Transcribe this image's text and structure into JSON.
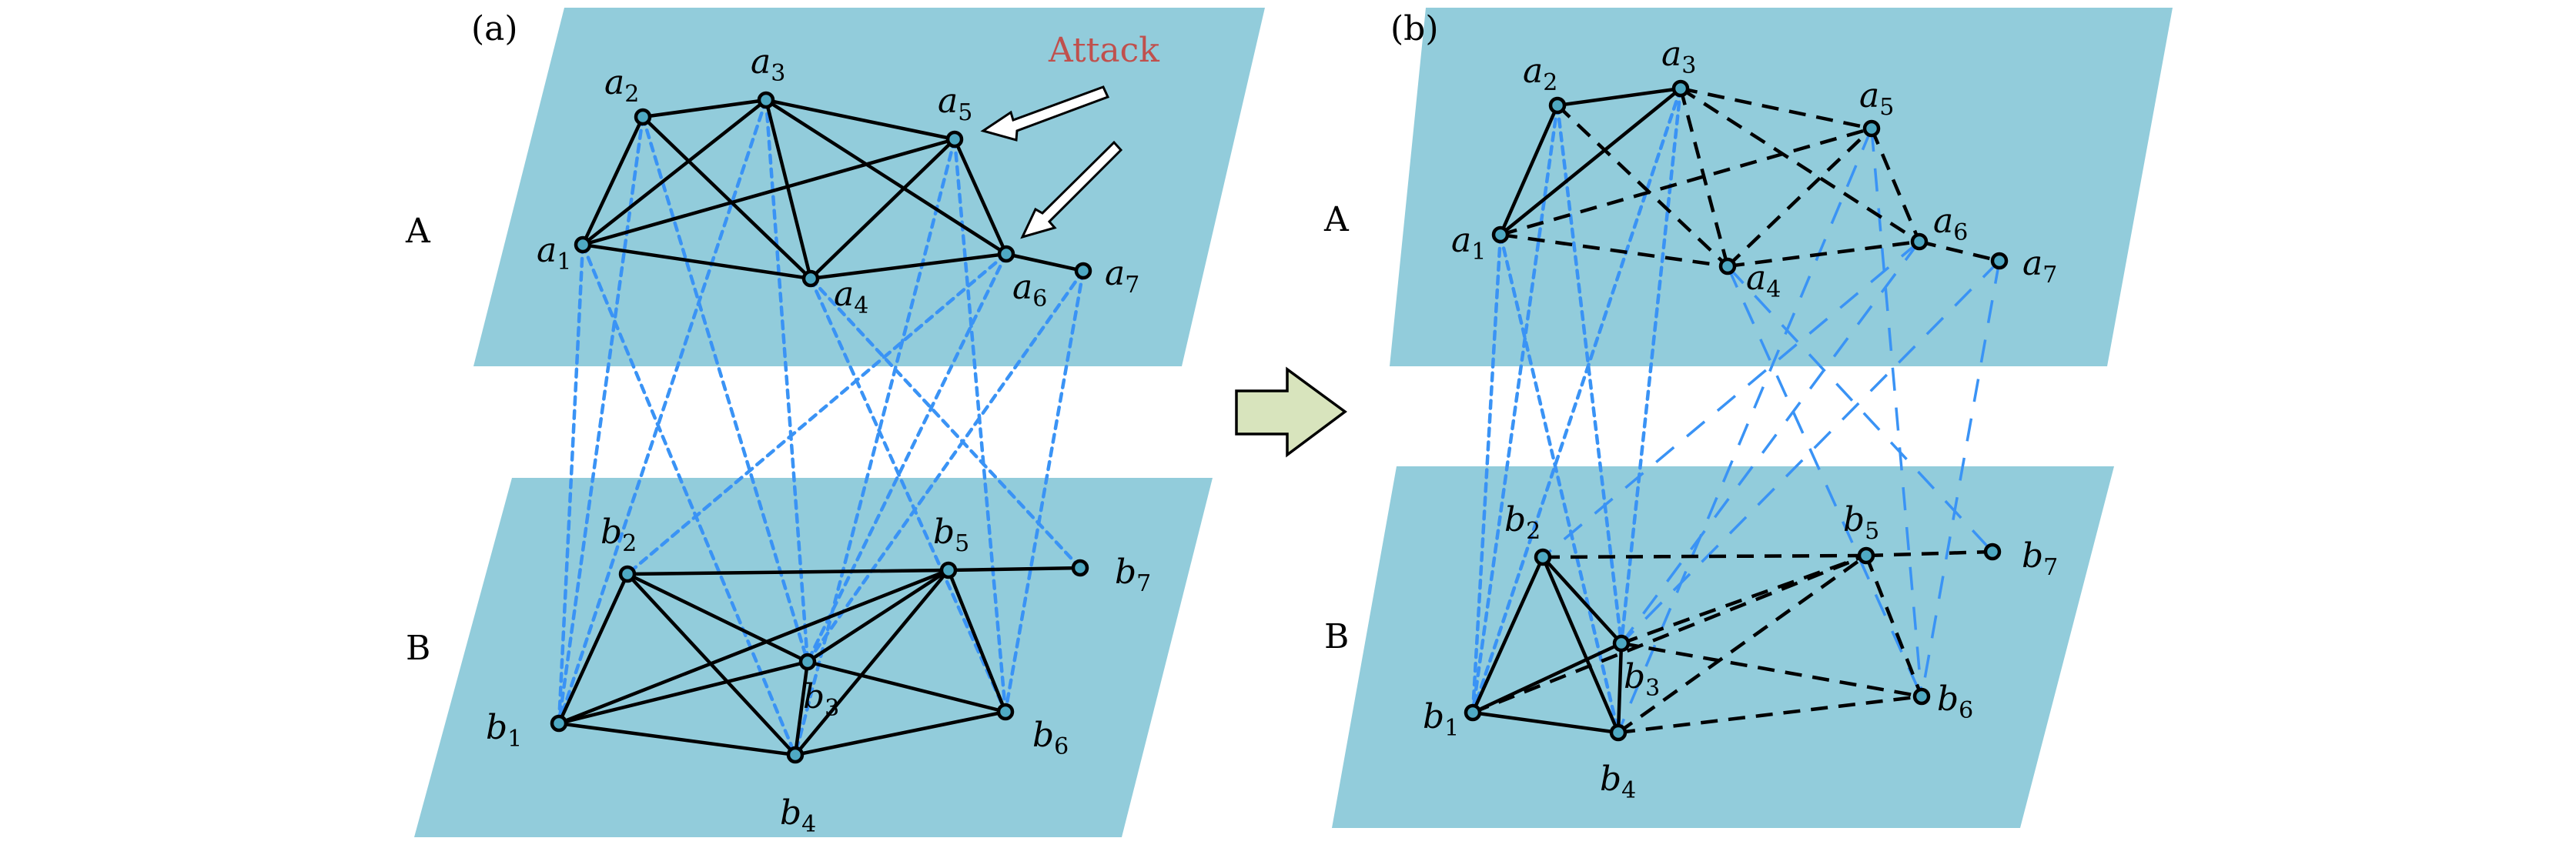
{
  "figure": {
    "description": "Attack on a two-layer interdependent network and resulting cascading failure",
    "transition_arrow_color": "#d8e4bd",
    "plane_color": "#92ccdb",
    "node_color": "#4fa9c3",
    "intra_link_color": "#000000",
    "inter_link_color": "#3a93f5",
    "attack_color": "#c0504d"
  },
  "panels": [
    {
      "id": "a",
      "label": "(a)",
      "layer_labels": {
        "top": "A",
        "bottom": "B"
      },
      "annotation": "Attack",
      "attacked_nodes": [
        "a5",
        "a6"
      ],
      "nodes_top": [
        {
          "id": "a1",
          "base": "a",
          "sub": "1"
        },
        {
          "id": "a2",
          "base": "a",
          "sub": "2"
        },
        {
          "id": "a3",
          "base": "a",
          "sub": "3"
        },
        {
          "id": "a4",
          "base": "a",
          "sub": "4"
        },
        {
          "id": "a5",
          "base": "a",
          "sub": "5"
        },
        {
          "id": "a6",
          "base": "a",
          "sub": "6"
        },
        {
          "id": "a7",
          "base": "a",
          "sub": "7"
        }
      ],
      "nodes_bottom": [
        {
          "id": "b1",
          "base": "b",
          "sub": "1"
        },
        {
          "id": "b2",
          "base": "b",
          "sub": "2"
        },
        {
          "id": "b3",
          "base": "b",
          "sub": "3"
        },
        {
          "id": "b4",
          "base": "b",
          "sub": "4"
        },
        {
          "id": "b5",
          "base": "b",
          "sub": "5"
        },
        {
          "id": "b6",
          "base": "b",
          "sub": "6"
        },
        {
          "id": "b7",
          "base": "b",
          "sub": "7"
        }
      ],
      "edges_top": [
        {
          "from": "a1",
          "to": "a2",
          "style": "solid"
        },
        {
          "from": "a1",
          "to": "a3",
          "style": "solid"
        },
        {
          "from": "a1",
          "to": "a5",
          "style": "solid"
        },
        {
          "from": "a1",
          "to": "a4",
          "style": "solid"
        },
        {
          "from": "a2",
          "to": "a3",
          "style": "solid"
        },
        {
          "from": "a2",
          "to": "a4",
          "style": "solid"
        },
        {
          "from": "a3",
          "to": "a4",
          "style": "solid"
        },
        {
          "from": "a3",
          "to": "a5",
          "style": "solid"
        },
        {
          "from": "a3",
          "to": "a6",
          "style": "solid"
        },
        {
          "from": "a4",
          "to": "a5",
          "style": "solid"
        },
        {
          "from": "a4",
          "to": "a6",
          "style": "solid"
        },
        {
          "from": "a5",
          "to": "a6",
          "style": "solid"
        },
        {
          "from": "a6",
          "to": "a7",
          "style": "solid"
        }
      ],
      "edges_bottom": [
        {
          "from": "b1",
          "to": "b2",
          "style": "solid"
        },
        {
          "from": "b1",
          "to": "b3",
          "style": "solid"
        },
        {
          "from": "b1",
          "to": "b5",
          "style": "solid"
        },
        {
          "from": "b1",
          "to": "b4",
          "style": "solid"
        },
        {
          "from": "b2",
          "to": "b3",
          "style": "solid"
        },
        {
          "from": "b2",
          "to": "b4",
          "style": "solid"
        },
        {
          "from": "b2",
          "to": "b5",
          "style": "solid"
        },
        {
          "from": "b3",
          "to": "b4",
          "style": "solid"
        },
        {
          "from": "b3",
          "to": "b5",
          "style": "solid"
        },
        {
          "from": "b3",
          "to": "b6",
          "style": "solid"
        },
        {
          "from": "b4",
          "to": "b5",
          "style": "solid"
        },
        {
          "from": "b4",
          "to": "b6",
          "style": "solid"
        },
        {
          "from": "b5",
          "to": "b6",
          "style": "solid"
        },
        {
          "from": "b5",
          "to": "b7",
          "style": "solid"
        }
      ],
      "interlinks": [
        {
          "from": "a1",
          "to": "b1",
          "style": "dotted"
        },
        {
          "from": "a1",
          "to": "b4",
          "style": "dotted"
        },
        {
          "from": "a2",
          "to": "b1",
          "style": "dotted"
        },
        {
          "from": "a2",
          "to": "b3",
          "style": "dotted"
        },
        {
          "from": "a3",
          "to": "b1",
          "style": "dotted"
        },
        {
          "from": "a3",
          "to": "b3",
          "style": "dotted"
        },
        {
          "from": "a4",
          "to": "b6",
          "style": "dotted"
        },
        {
          "from": "a4",
          "to": "b7",
          "style": "dotted"
        },
        {
          "from": "a5",
          "to": "b4",
          "style": "dotted"
        },
        {
          "from": "a5",
          "to": "b6",
          "style": "dotted"
        },
        {
          "from": "a6",
          "to": "b2",
          "style": "dotted"
        },
        {
          "from": "a6",
          "to": "b3",
          "style": "dotted"
        },
        {
          "from": "a7",
          "to": "b3",
          "style": "dotted"
        },
        {
          "from": "a7",
          "to": "b6",
          "style": "dotted"
        }
      ]
    },
    {
      "id": "b",
      "label": "(b)",
      "layer_labels": {
        "top": "A",
        "bottom": "B"
      },
      "nodes_top": [
        {
          "id": "a1",
          "base": "a",
          "sub": "1"
        },
        {
          "id": "a2",
          "base": "a",
          "sub": "2"
        },
        {
          "id": "a3",
          "base": "a",
          "sub": "3"
        },
        {
          "id": "a4",
          "base": "a",
          "sub": "4"
        },
        {
          "id": "a5",
          "base": "a",
          "sub": "5"
        },
        {
          "id": "a6",
          "base": "a",
          "sub": "6"
        },
        {
          "id": "a7",
          "base": "a",
          "sub": "7"
        }
      ],
      "nodes_bottom": [
        {
          "id": "b1",
          "base": "b",
          "sub": "1"
        },
        {
          "id": "b2",
          "base": "b",
          "sub": "2"
        },
        {
          "id": "b3",
          "base": "b",
          "sub": "3"
        },
        {
          "id": "b4",
          "base": "b",
          "sub": "4"
        },
        {
          "id": "b5",
          "base": "b",
          "sub": "5"
        },
        {
          "id": "b6",
          "base": "b",
          "sub": "6"
        },
        {
          "id": "b7",
          "base": "b",
          "sub": "7"
        }
      ],
      "edges_top": [
        {
          "from": "a1",
          "to": "a2",
          "style": "solid"
        },
        {
          "from": "a1",
          "to": "a3",
          "style": "solid"
        },
        {
          "from": "a2",
          "to": "a3",
          "style": "solid"
        },
        {
          "from": "a1",
          "to": "a5",
          "style": "dashed"
        },
        {
          "from": "a1",
          "to": "a4",
          "style": "dashed"
        },
        {
          "from": "a2",
          "to": "a4",
          "style": "dashed"
        },
        {
          "from": "a3",
          "to": "a4",
          "style": "dashed"
        },
        {
          "from": "a3",
          "to": "a5",
          "style": "dashed"
        },
        {
          "from": "a3",
          "to": "a6",
          "style": "dashed"
        },
        {
          "from": "a4",
          "to": "a5",
          "style": "dashed"
        },
        {
          "from": "a4",
          "to": "a6",
          "style": "dashed"
        },
        {
          "from": "a5",
          "to": "a6",
          "style": "dashed"
        },
        {
          "from": "a6",
          "to": "a7",
          "style": "dashed"
        }
      ],
      "edges_bottom": [
        {
          "from": "b1",
          "to": "b2",
          "style": "solid"
        },
        {
          "from": "b1",
          "to": "b3",
          "style": "solid"
        },
        {
          "from": "b1",
          "to": "b4",
          "style": "solid"
        },
        {
          "from": "b2",
          "to": "b3",
          "style": "solid"
        },
        {
          "from": "b2",
          "to": "b4",
          "style": "solid"
        },
        {
          "from": "b3",
          "to": "b4",
          "style": "solid"
        },
        {
          "from": "b1",
          "to": "b5",
          "style": "dashed"
        },
        {
          "from": "b2",
          "to": "b5",
          "style": "dashed"
        },
        {
          "from": "b3",
          "to": "b5",
          "style": "dashed"
        },
        {
          "from": "b3",
          "to": "b6",
          "style": "dashed"
        },
        {
          "from": "b4",
          "to": "b5",
          "style": "dashed"
        },
        {
          "from": "b4",
          "to": "b6",
          "style": "dashed"
        },
        {
          "from": "b5",
          "to": "b6",
          "style": "dashed"
        },
        {
          "from": "b5",
          "to": "b7",
          "style": "dashed"
        }
      ],
      "interlinks": [
        {
          "from": "a1",
          "to": "b1",
          "style": "dotted"
        },
        {
          "from": "a1",
          "to": "b4",
          "style": "dotted"
        },
        {
          "from": "a2",
          "to": "b1",
          "style": "dotted"
        },
        {
          "from": "a2",
          "to": "b3",
          "style": "dotted"
        },
        {
          "from": "a3",
          "to": "b1",
          "style": "dotted"
        },
        {
          "from": "a3",
          "to": "b3",
          "style": "dotted"
        },
        {
          "from": "a4",
          "to": "b6",
          "style": "dashed"
        },
        {
          "from": "a4",
          "to": "b7",
          "style": "dashed"
        },
        {
          "from": "a5",
          "to": "b4",
          "style": "dashed"
        },
        {
          "from": "a5",
          "to": "b6",
          "style": "dashed"
        },
        {
          "from": "a6",
          "to": "b2",
          "style": "dashed"
        },
        {
          "from": "a6",
          "to": "b3",
          "style": "dashed"
        },
        {
          "from": "a7",
          "to": "b3",
          "style": "dashed"
        },
        {
          "from": "a7",
          "to": "b6",
          "style": "dashed"
        }
      ]
    }
  ]
}
